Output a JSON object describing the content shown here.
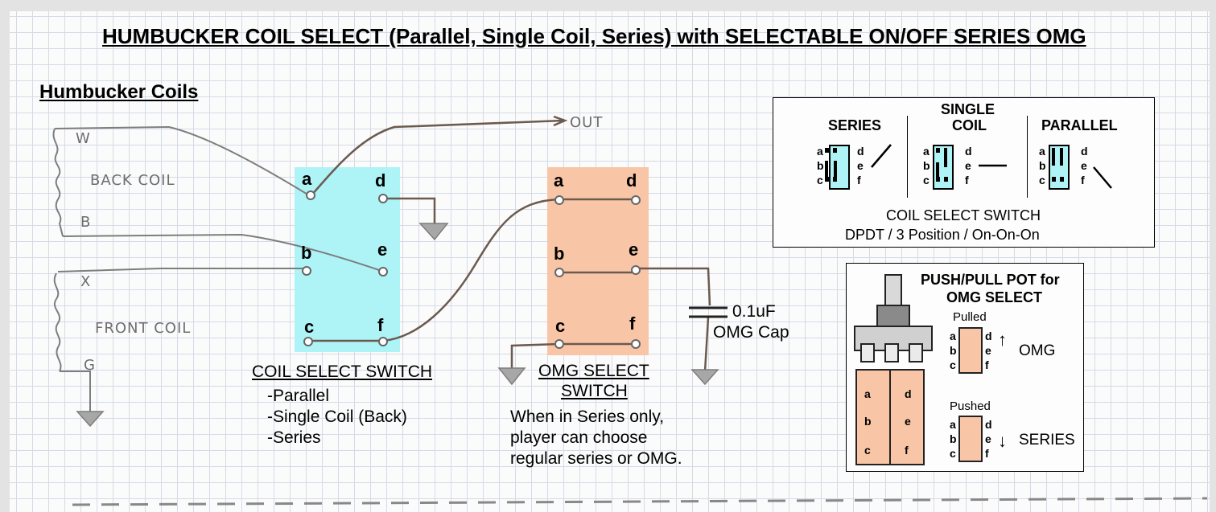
{
  "title": "HUMBUCKER COIL SELECT (Parallel, Single Coil, Series) with SELECTABLE ON/OFF SERIES OMG",
  "section_label": "Humbucker Coils",
  "coils": {
    "back": {
      "label": "BACK COIL",
      "start": "W",
      "end": "B"
    },
    "front": {
      "label": "FRONT COIL",
      "start": "X",
      "end": "G"
    },
    "out_label": "OUT"
  },
  "coil_switch": {
    "lugs": [
      "a",
      "d",
      "b",
      "e",
      "c",
      "f"
    ],
    "caption": "COIL SELECT SWITCH",
    "modes": [
      "-Parallel",
      "-Single Coil (Back)",
      "-Series"
    ]
  },
  "omg_switch": {
    "lugs": [
      "a",
      "d",
      "b",
      "e",
      "c",
      "f"
    ],
    "caption_line1": "OMG SELECT",
    "caption_line2": "SWITCH",
    "note": [
      "When in Series only,",
      "player can choose",
      "regular series or OMG."
    ]
  },
  "capacitor": {
    "value": "0.1uF",
    "name": "OMG Cap"
  },
  "legend": {
    "positions": [
      {
        "label": "SERIES"
      },
      {
        "label_line1": "SINGLE",
        "label_line2": "COIL"
      },
      {
        "label": "PARALLEL"
      }
    ],
    "mini_lugs": [
      "a",
      "b",
      "c",
      "d",
      "e",
      "f"
    ],
    "caption_line1": "COIL SELECT SWITCH",
    "caption_line2": "DPDT / 3 Position / On-On-On"
  },
  "pushpull": {
    "title_line1": "PUSH/PULL POT for",
    "title_line2": "OMG SELECT",
    "pulled_label": "Pulled",
    "pushed_label": "Pushed",
    "pulled_mode": "OMG",
    "pushed_mode": "SERIES",
    "up_arrow": "↑",
    "down_arrow": "↓",
    "lugs": [
      "a",
      "b",
      "c",
      "d",
      "e",
      "f"
    ]
  },
  "colors": {
    "coil_switch_fill": "#aef3f6",
    "omg_switch_fill": "#f8c6a6",
    "wire": "#6b5a4f",
    "pencil": "#7a7a7a"
  }
}
